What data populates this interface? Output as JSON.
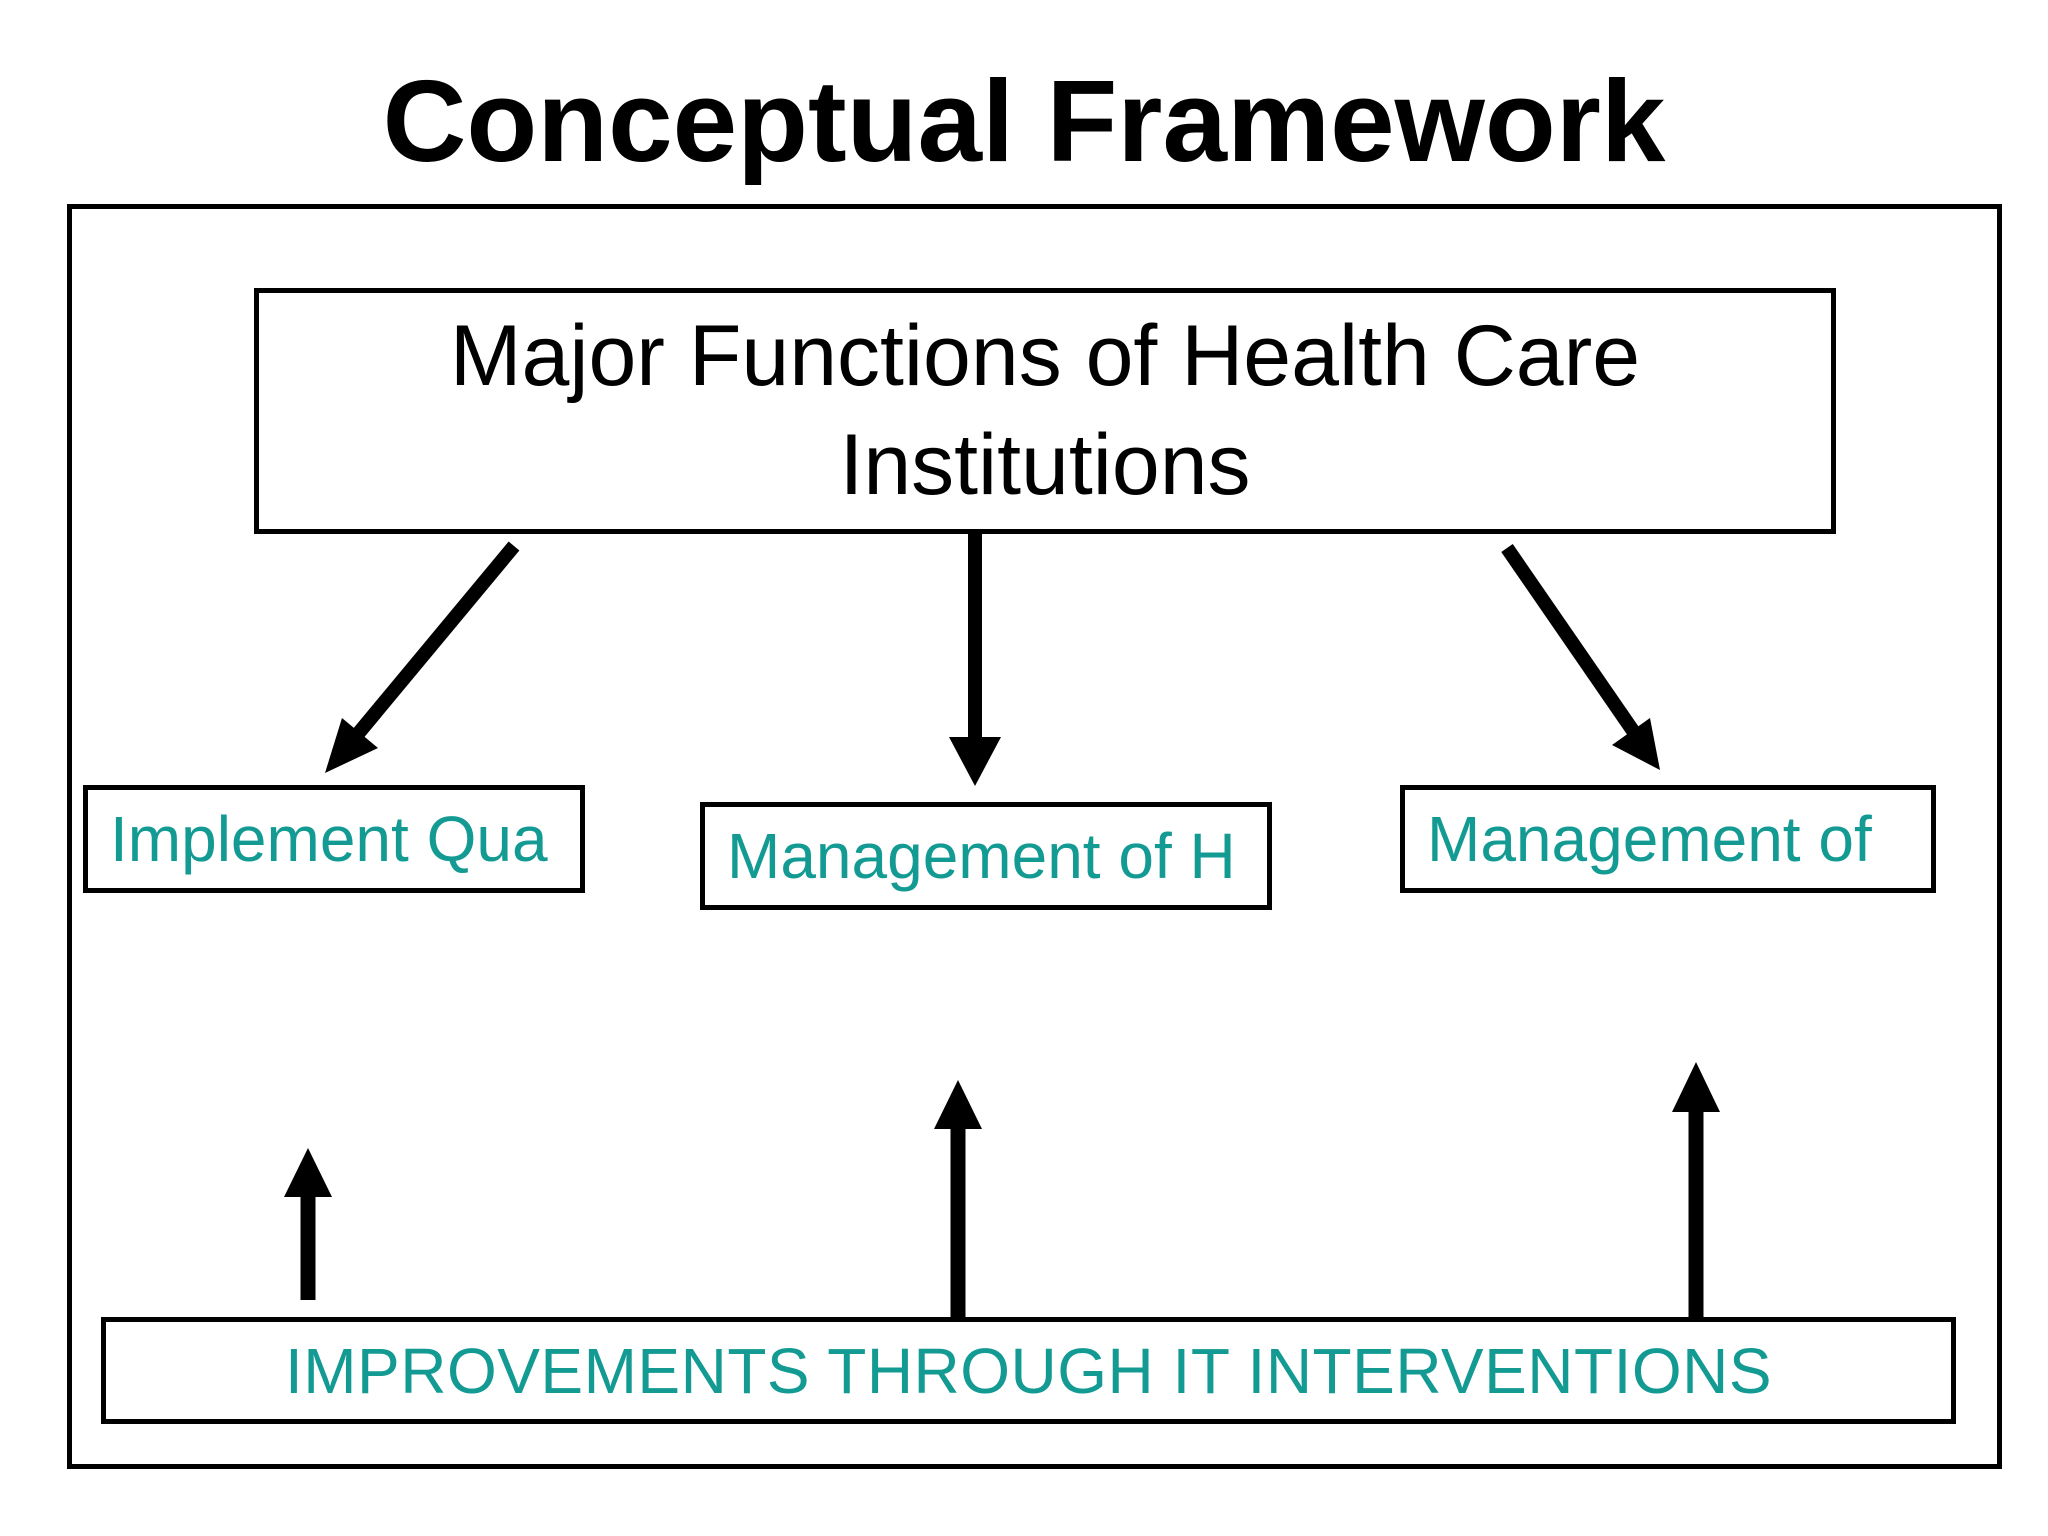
{
  "title": "Conceptual Framework",
  "top_box": {
    "label": "Major Functions of Health Care Institutions"
  },
  "functions": [
    {
      "label": "Implement Qua"
    },
    {
      "label": "Management of H"
    },
    {
      "label": "Management of"
    }
  ],
  "bottom_box": {
    "label": "IMPROVEMENTS THROUGH IT INTERVENTIONS"
  },
  "colors": {
    "teal": "#139a93",
    "line": "#000000"
  }
}
